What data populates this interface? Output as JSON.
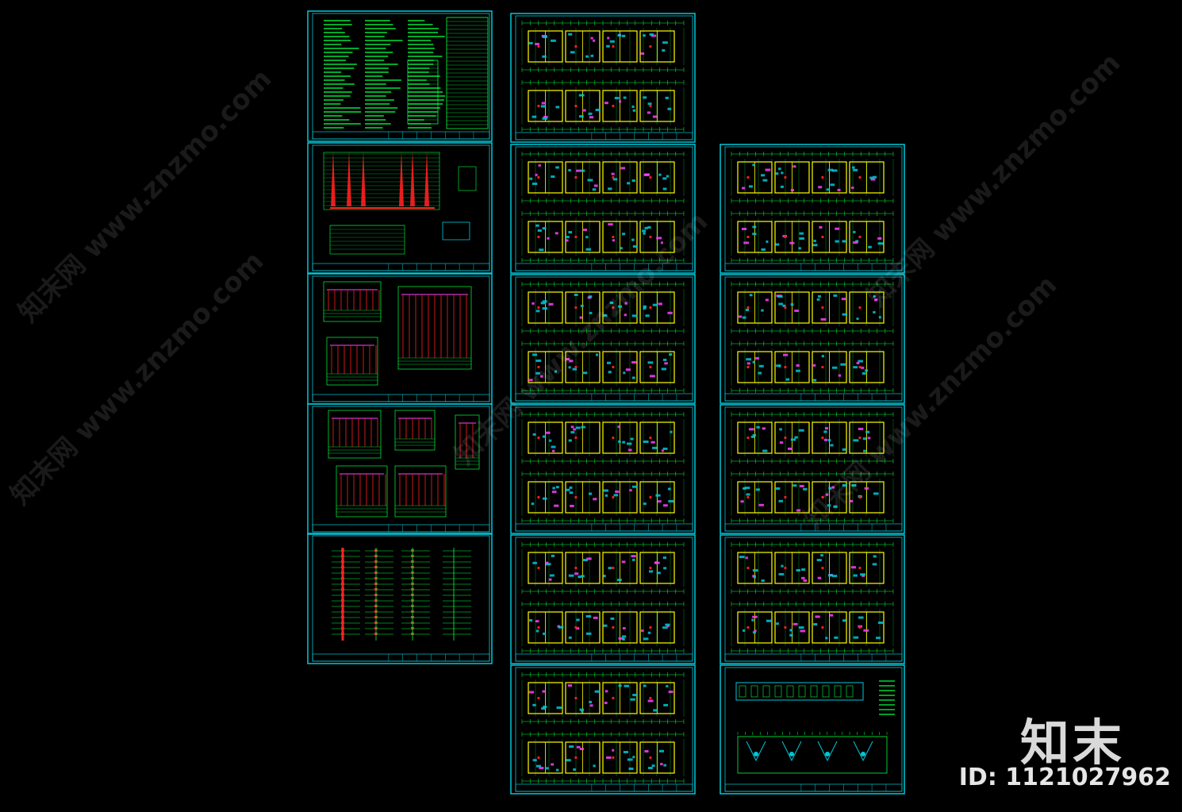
{
  "brand": {
    "logo_text": "知末",
    "id_label": "ID: 1121027962"
  },
  "watermark": {
    "text": "知末网 www.znzmo.com"
  },
  "colors": {
    "background": "#000000",
    "frame": "#00c8d8",
    "line": "#00ff40",
    "wall": "#ffff00",
    "red": "#ff2020",
    "magenta": "#ff40ff"
  },
  "sheets": {
    "column_1": [
      "notes-and-tables",
      "system-riser-red",
      "distribution-panels-a",
      "distribution-panels-b",
      "riser-diagram"
    ],
    "column_2": [
      "floor-plan-1",
      "floor-plan-2",
      "floor-plan-3",
      "floor-plan-4",
      "floor-plan-5",
      "floor-plan-6"
    ],
    "column_3": [
      "floor-plan-7",
      "floor-plan-8",
      "floor-plan-9",
      "floor-plan-10",
      "roof-plan"
    ]
  }
}
